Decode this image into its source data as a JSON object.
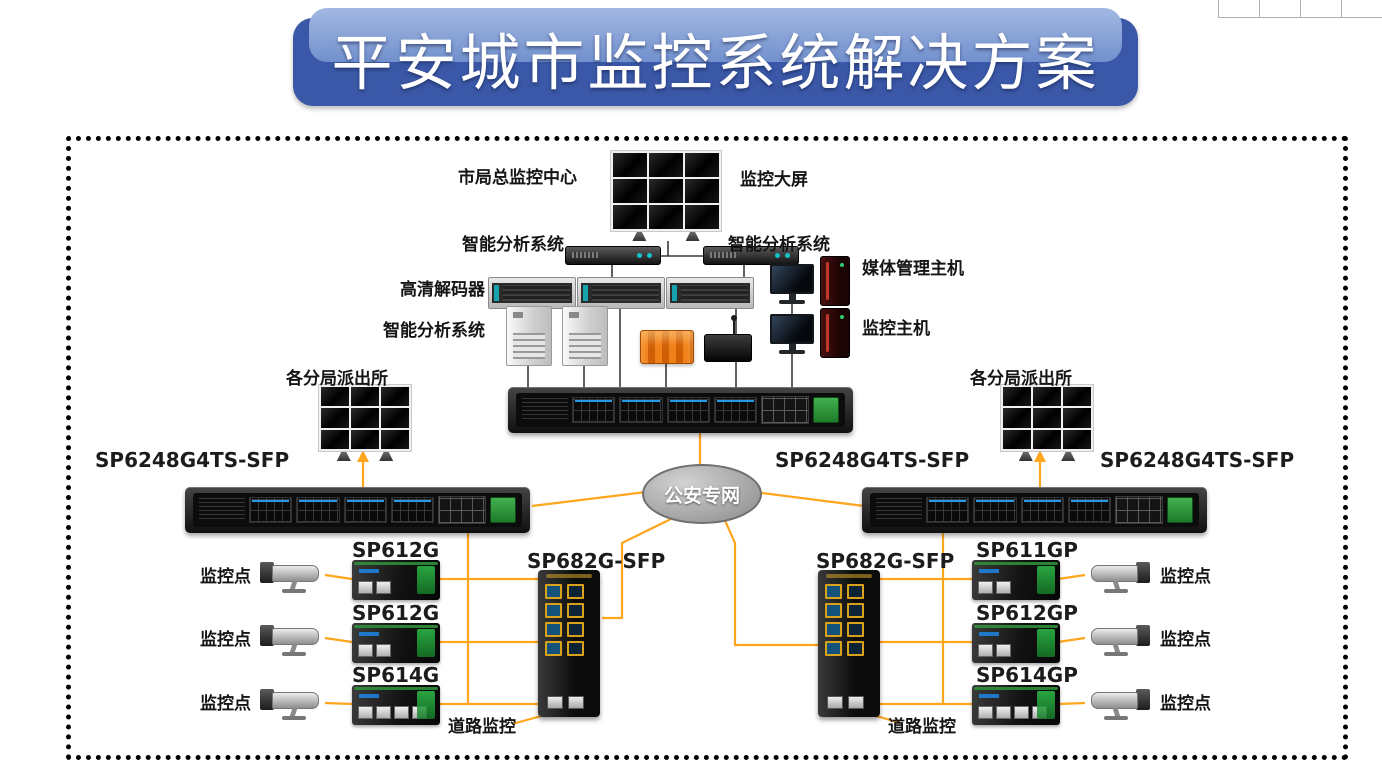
{
  "title": {
    "text": "平安城市监控系统解决方案"
  },
  "labels": {
    "monitor_center": "市局总监控中心",
    "big_screen": "监控大屏",
    "smart_analysis": "智能分析系统",
    "hd_decoder": "高清解码器",
    "media_host": "媒体管理主机",
    "monitor_host": "监控主机",
    "branch_station": "各分局派出所",
    "police_network": "公安专网",
    "cam_point": "监控点",
    "road_monitor": "道路监控"
  },
  "models": {
    "core_switch": "SP6248G4TS-SFP",
    "agg_switch": "SP682G-SFP",
    "sp612g": "SP612G",
    "sp614g": "SP614G",
    "sp611gp": "SP611GP",
    "sp612gp": "SP612GP",
    "sp614gp": "SP614GP"
  },
  "colors": {
    "banner_blue": "#3a58a7",
    "banner_light": "#8ea9db",
    "link_orange": "#ffa51e",
    "link_dark": "#3a3a3a",
    "port_stripe_blue": "#2aa8ff",
    "terminal_green": "#2e9e3e"
  }
}
